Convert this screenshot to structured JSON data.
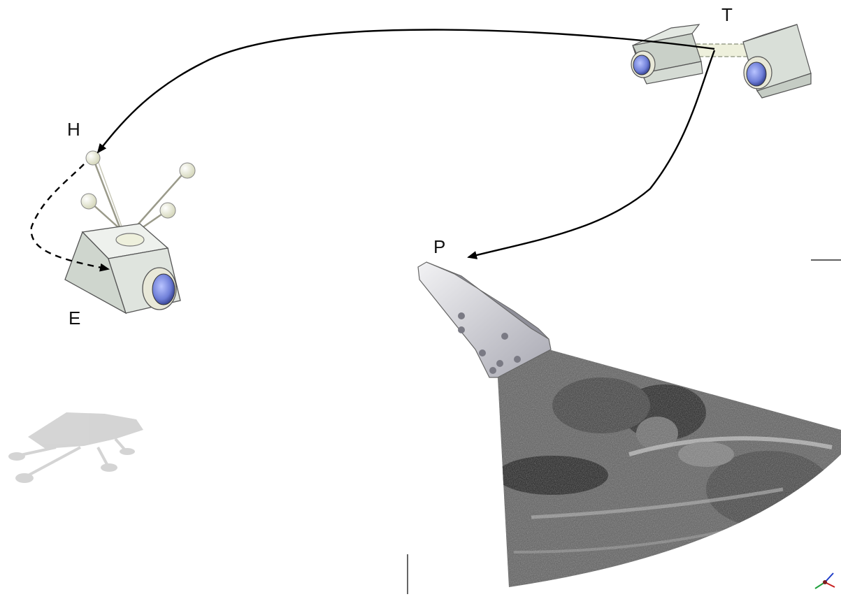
{
  "labels": {
    "tracker": "T",
    "handheld_marker": "H",
    "endoscope": "E",
    "probe": "P"
  },
  "colors": {
    "arrow": "#000000",
    "device_body": "#d9dfd8",
    "device_shadow": "#b9c0b8",
    "lens": "#6f7fd8",
    "marker_ball": "#eef0dc",
    "probe_metal": "#c9c9cf",
    "ultrasound_dark": "#1b1b1b",
    "ultrasound_light": "#9a9a9a",
    "shadow": "#cfcfcf"
  },
  "icons": [
    "camera-icon",
    "tracker-camera-icon",
    "marker-ball-icon",
    "probe-icon",
    "axis-gizmo-icon"
  ]
}
